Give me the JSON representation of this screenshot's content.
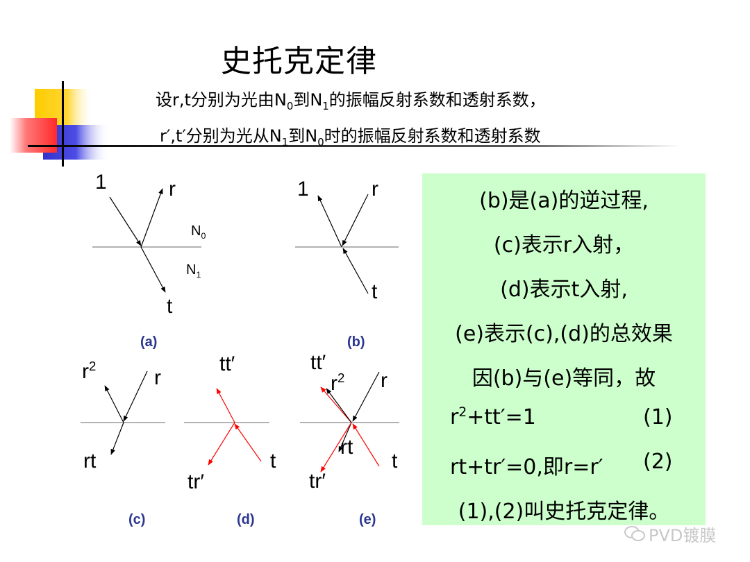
{
  "slide": {
    "title": "史托克定律",
    "desc_line1": {
      "pre": "设r,t分别为光由N",
      "s1": "0",
      "mid": "到N",
      "s2": "1",
      "post": "的振幅反射系数和透射系数，"
    },
    "desc_line2": {
      "pre": "r′,t′分别为光从N",
      "s1": "1",
      "mid": "到N",
      "s2": "0",
      "post": "时的振幅反射系数和透射系数"
    }
  },
  "diagrams": {
    "a": {
      "caption": "(a)",
      "incident": "1",
      "reflected": "r",
      "transmitted": "t",
      "n0": {
        "base": "N",
        "sub": "0"
      },
      "n1": {
        "base": "N",
        "sub": "1"
      }
    },
    "b": {
      "caption": "(b)",
      "one": "1",
      "r": "r",
      "t": "t"
    },
    "c": {
      "caption": "(c)",
      "r2": {
        "base": "r",
        "sup": "2"
      },
      "r": "r",
      "rt": "rt"
    },
    "d": {
      "caption": "(d)",
      "tt": "tt′",
      "tr": "tr′",
      "t": "t"
    },
    "e": {
      "caption": "(e)",
      "tt": "tt′",
      "r2": {
        "base": "r",
        "sup": "2"
      },
      "r": "r",
      "rt": "rt",
      "tr": "tr′",
      "t": "t"
    }
  },
  "explanation": {
    "line1": "(b)是(a)的逆过程,",
    "line2": "(c)表示r入射，",
    "line3": "(d)表示t入射,",
    "line4": "(e)表示(c),(d)的总效果",
    "line5": "因(b)与(e)等同，故",
    "eq1": {
      "r": "r",
      "sup": "2",
      "rest": "+tt′=1",
      "num": "(1)"
    },
    "eq2": {
      "text": "rt+tr′=0,即r=r′",
      "num": "(2)"
    },
    "line8": "(1),(2)叫史托克定律。"
  },
  "watermark": "PVD镀膜",
  "colors": {
    "panel": "#ccffcc",
    "caption": "#2a3590",
    "red_ray": "#ff0000"
  }
}
